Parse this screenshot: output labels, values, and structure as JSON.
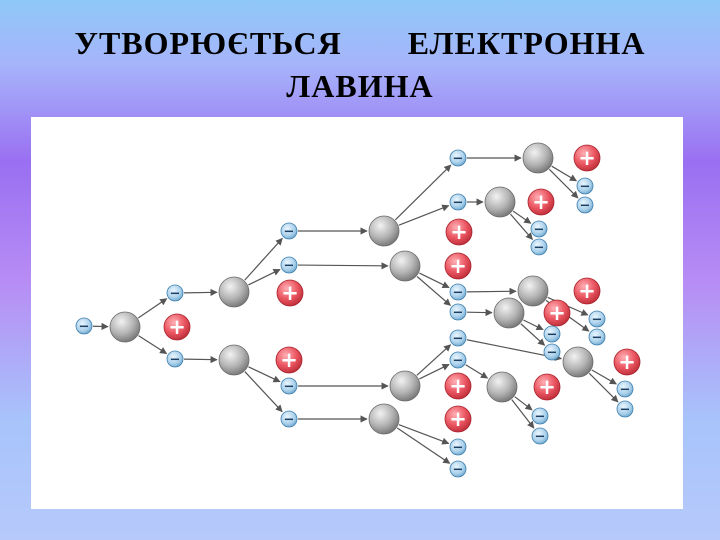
{
  "slide": {
    "title_words": [
      "УТВОРЮЄТЬСЯ",
      "ЕЛЕКТРОННА",
      "ЛАВИНА"
    ]
  },
  "diagram": {
    "electron_symbol": "−",
    "ion_symbol": "+",
    "colors": {
      "electron": "#a9d0ea",
      "ion": "#e8505c",
      "atom": "#a6a6a6",
      "arrow": "#555555"
    }
  }
}
